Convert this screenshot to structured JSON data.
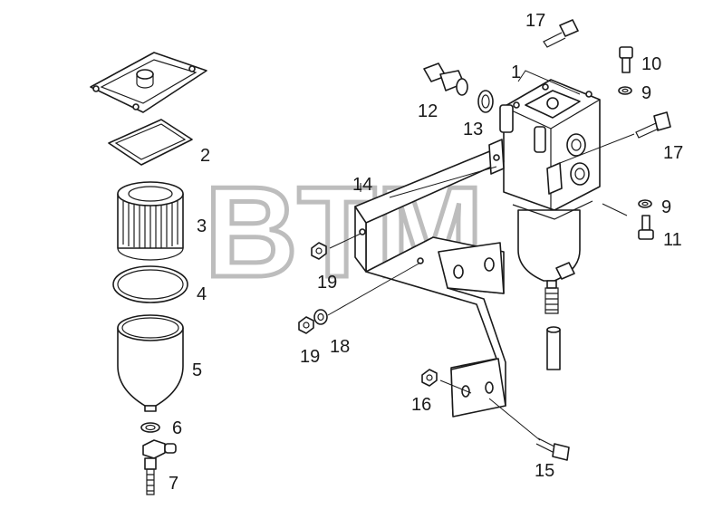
{
  "watermark": {
    "text": "BTM",
    "registered": "®"
  },
  "callouts": [
    {
      "id": "c1",
      "text": "1"
    },
    {
      "id": "c2",
      "text": "2"
    },
    {
      "id": "c3",
      "text": "3"
    },
    {
      "id": "c4",
      "text": "4"
    },
    {
      "id": "c5",
      "text": "5"
    },
    {
      "id": "c6",
      "text": "6"
    },
    {
      "id": "c7",
      "text": "7"
    },
    {
      "id": "c9a",
      "text": "9"
    },
    {
      "id": "c9b",
      "text": "9"
    },
    {
      "id": "c10",
      "text": "10"
    },
    {
      "id": "c11",
      "text": "11"
    },
    {
      "id": "c12",
      "text": "12"
    },
    {
      "id": "c13",
      "text": "13"
    },
    {
      "id": "c14",
      "text": "14"
    },
    {
      "id": "c15",
      "text": "15"
    },
    {
      "id": "c16",
      "text": "16"
    },
    {
      "id": "c17a",
      "text": "17"
    },
    {
      "id": "c17b",
      "text": "17"
    },
    {
      "id": "c18",
      "text": "18"
    },
    {
      "id": "c19a",
      "text": "19"
    },
    {
      "id": "c19b",
      "text": "19"
    }
  ]
}
